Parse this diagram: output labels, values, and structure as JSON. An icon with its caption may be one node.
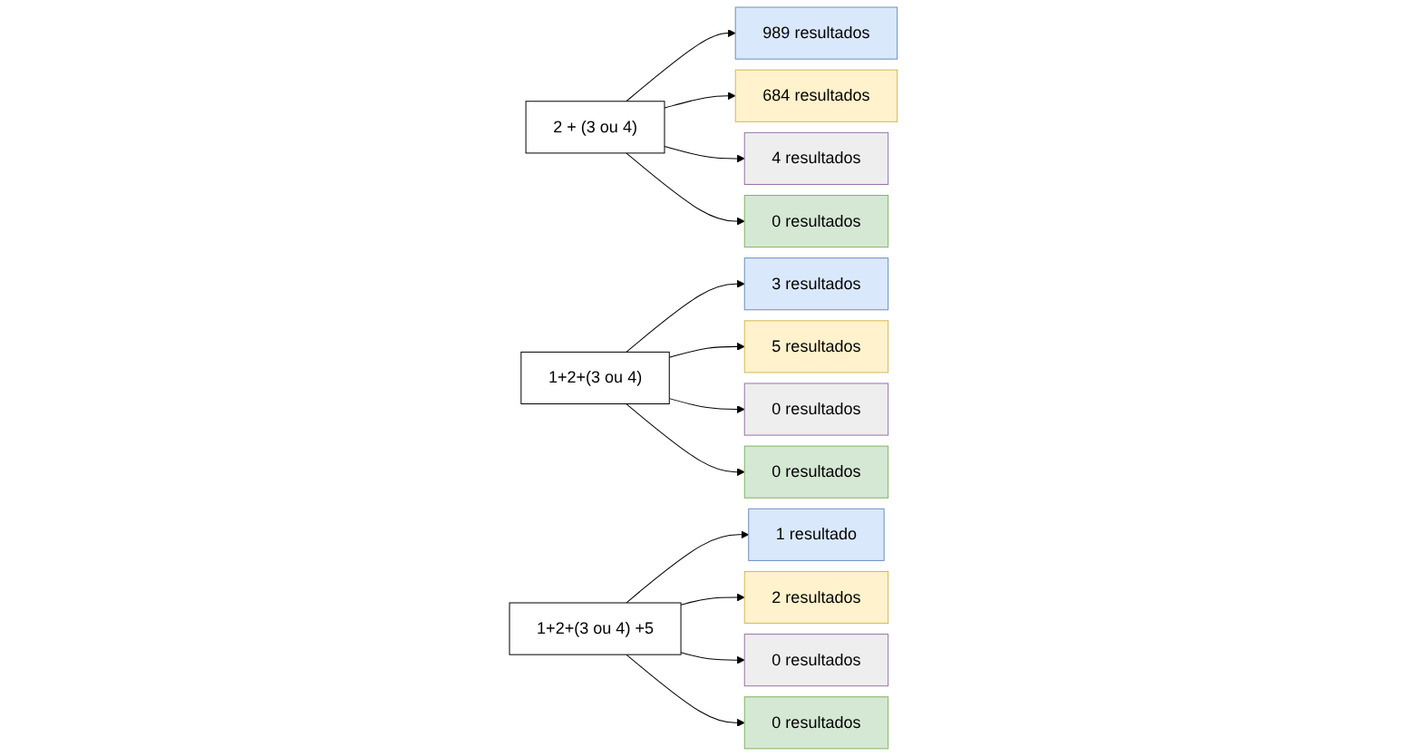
{
  "diagram": {
    "nodes": [
      {
        "text": [
          "989 resultados"
        ]
      },
      {
        "text": [
          "2 + (3 ou 4)"
        ]
      },
      {
        "text": [
          "684 resultados"
        ]
      },
      {
        "text": [
          "4 resultados"
        ]
      },
      {
        "text": [
          "0 resultados"
        ]
      },
      {
        "text": [
          "3 resultados"
        ]
      },
      {
        "text": [
          "1+2+(3 ou 4)"
        ]
      },
      {
        "text": [
          "5 resultados"
        ]
      },
      {
        "text": [
          "0 resultados"
        ]
      },
      {
        "text": [
          "0 resultados"
        ]
      },
      {
        "text": [
          "1 resultado"
        ]
      },
      {
        "text": [
          "1+2+(3 ou 4) +5"
        ]
      },
      {
        "text": [
          "2 resultados"
        ]
      },
      {
        "text": [
          "0 resultados"
        ]
      },
      {
        "text": [
          "0 resultados"
        ]
      }
    ],
    "edges": [
      {
        "from": 1,
        "to": 0,
        "arrow": "to"
      },
      {
        "from": 1,
        "to": 2,
        "arrow": "to"
      },
      {
        "from": 1,
        "to": 3,
        "arrow": "to"
      },
      {
        "from": 1,
        "to": 4,
        "arrow": "to"
      },
      {
        "from": 6,
        "to": 5,
        "arrow": "to"
      },
      {
        "from": 6,
        "to": 7,
        "arrow": "to"
      },
      {
        "from": 6,
        "to": 8,
        "arrow": "to"
      },
      {
        "from": 6,
        "to": 9,
        "arrow": "to"
      },
      {
        "from": 11,
        "to": 10,
        "arrow": "to"
      },
      {
        "from": 11,
        "to": 12,
        "arrow": "to"
      },
      {
        "from": 11,
        "to": 13,
        "arrow": "to"
      },
      {
        "from": 11,
        "to": 14,
        "arrow": "to"
      }
    ]
  }
}
